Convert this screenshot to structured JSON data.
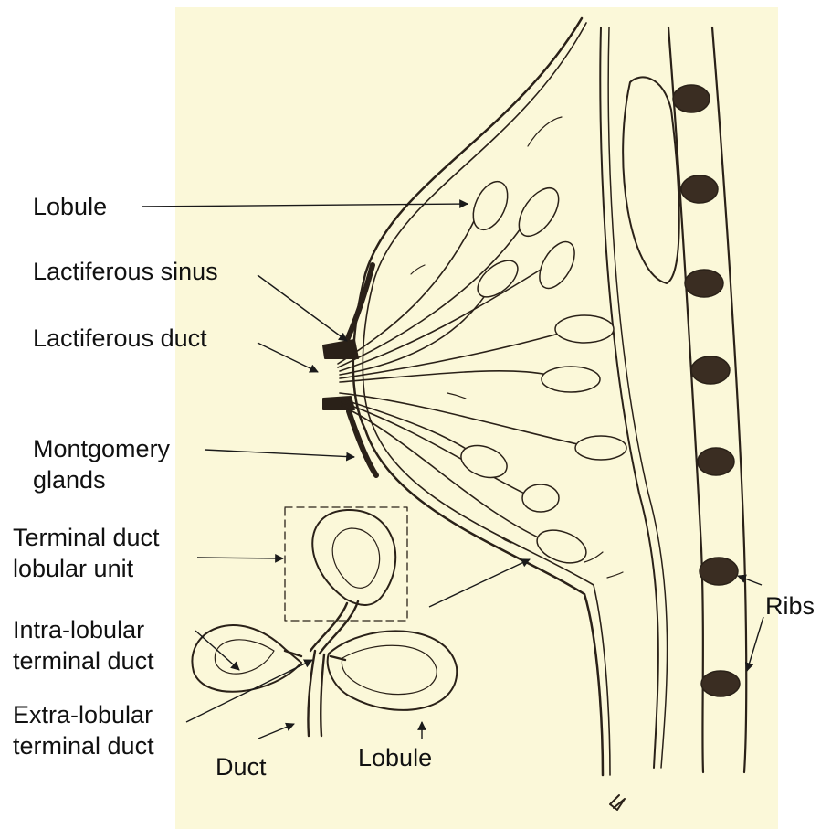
{
  "colors": {
    "paper": "#fbf8d9",
    "ink": "#2a2118",
    "rib_fill": "#3a2d22",
    "background": "#ffffff"
  },
  "labels": {
    "lobule": "Lobule",
    "lactiferous_sinus": "Lactiferous sinus",
    "lactiferous_duct": "Lactiferous duct",
    "montgomery_line1": "Montgomery",
    "montgomery_line2": "glands",
    "tdlu_line1": "Terminal duct",
    "tdlu_line2": "lobular unit",
    "intra_line1": "Intra-lobular",
    "intra_line2": "terminal duct",
    "extra_line1": "Extra-lobular",
    "extra_line2": "terminal duct",
    "duct": "Duct",
    "lobule_bottom": "Lobule",
    "ribs": "Ribs"
  },
  "icons": {
    "rib": "rib-cross-section-icon",
    "arrow": "leader-arrow-icon"
  }
}
